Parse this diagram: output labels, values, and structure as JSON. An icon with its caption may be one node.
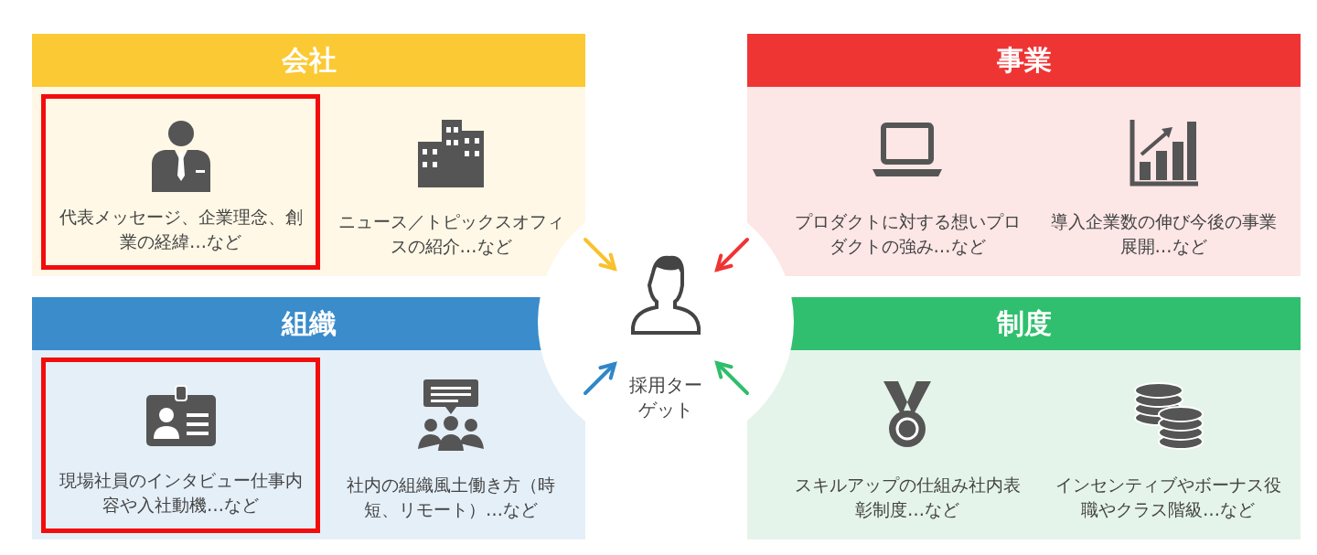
{
  "diagram": {
    "nodes": [
      {
        "text": [
          "会社"
        ]
      },
      {
        "text": [
          "代表メッセージ、企業理念、創業の経緯…など"
        ],
        "in": 0
      },
      {
        "text": [
          "ニュース／トピックスオフィスの紹介…など"
        ],
        "in": 0
      },
      {
        "text": [
          "事業"
        ]
      },
      {
        "text": [
          "プロダクトに対する想いプロダクトの強み…など"
        ],
        "in": 3
      },
      {
        "text": [
          "導入企業数の伸び今後の事業展開…など"
        ],
        "in": 3
      },
      {
        "text": [
          "組織"
        ]
      },
      {
        "text": [
          "現場社員のインタビュー仕事内容や入社動機…など"
        ],
        "in": 6
      },
      {
        "text": [
          "社内の組織風土働き方（時短、リモート）…など"
        ],
        "in": 6
      },
      {
        "text": [
          "制度"
        ]
      },
      {
        "text": [
          "スキルアップの仕組み社内表彰制度…など"
        ],
        "in": 9
      },
      {
        "text": [
          "インセンティブやボーナス役職やクラス階級…など"
        ],
        "in": 9
      },
      {
        "text": [
          "採用ターゲット"
        ]
      }
    ],
    "edges": [
      {
        "from": 0,
        "to": 12,
        "arrow": "to",
        "color": "#f8c22c"
      },
      {
        "from": 3,
        "to": 12,
        "arrow": "to",
        "color": "#f03333"
      },
      {
        "from": 6,
        "to": 12,
        "arrow": "to",
        "color": "#2f87c9"
      },
      {
        "from": 9,
        "to": 12,
        "arrow": "to",
        "color": "#2fbe6c"
      }
    ]
  }
}
